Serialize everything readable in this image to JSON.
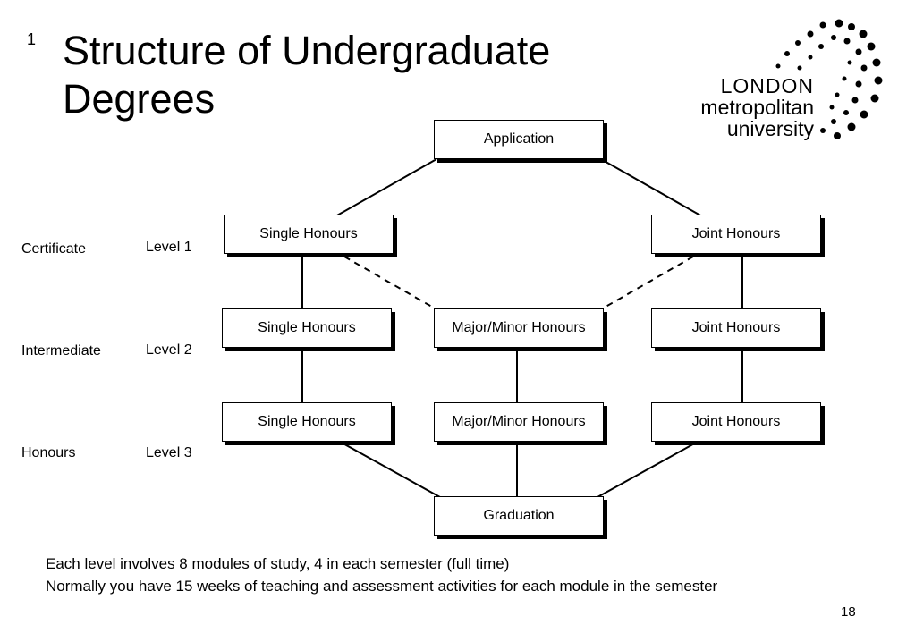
{
  "slide": {
    "number_top": "1",
    "title_line1": "Structure of Undergraduate",
    "title_line2": "Degrees",
    "page_number": "18"
  },
  "logo": {
    "line1": "LONDON",
    "line2": "metropolitan",
    "line3": "university",
    "icon": "dot-spiral-icon"
  },
  "diagram": {
    "application": "Application",
    "graduation": "Graduation",
    "level1": {
      "single": "Single Honours",
      "joint": "Joint Honours"
    },
    "level2": {
      "single": "Single Honours",
      "major_minor": "Major/Minor Honours",
      "joint": "Joint Honours"
    },
    "level3": {
      "single": "Single Honours",
      "major_minor": "Major/Minor Honours",
      "joint": "Joint Honours"
    }
  },
  "rows": [
    {
      "award": "Certificate",
      "level": "Level 1"
    },
    {
      "award": "Intermediate",
      "level": "Level 2"
    },
    {
      "award": "Honours",
      "level": "Level 3"
    }
  ],
  "notes": [
    "Each level involves 8 modules of study, 4 in each semester (full time)",
    "Normally you have 15 weeks of teaching and assessment activities for each module in the semester"
  ]
}
